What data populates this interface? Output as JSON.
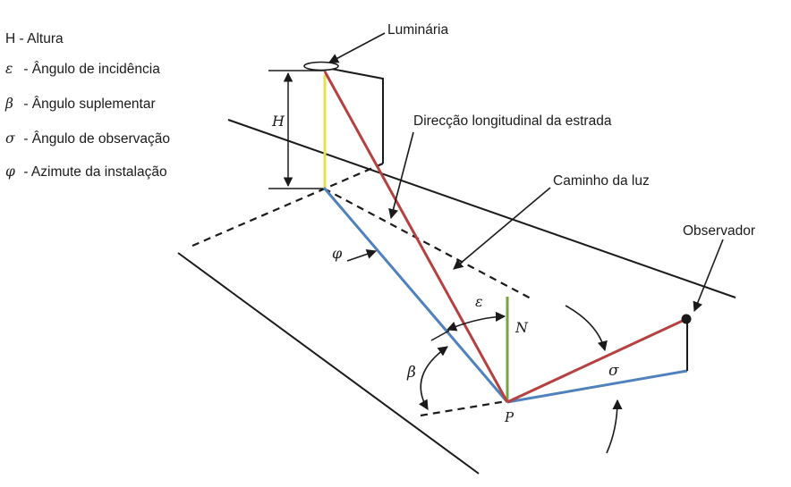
{
  "legend": {
    "height": {
      "symbol": "H",
      "text": "- Altura"
    },
    "incidence": {
      "symbol": "ε",
      "text": "- Ângulo de incidência"
    },
    "supplementary": {
      "symbol": "β",
      "text": "- Ângulo suplementar"
    },
    "observation": {
      "symbol": "σ",
      "text": "- Ângulo de observação"
    },
    "azimuth": {
      "symbol": "φ",
      "text": "- Azimute da instalação"
    }
  },
  "labels": {
    "luminaire": "Luminária",
    "road_direction": "Direcção longitudinal da estrada",
    "light_path": "Caminho da luz",
    "observer": "Observador",
    "height": "H",
    "epsilon": "ε",
    "beta": "β",
    "sigma": "σ",
    "phi": "φ",
    "normal": "N",
    "point": "P"
  },
  "colors": {
    "light_ray": "#b5403f",
    "ground_path": "#4f81bd",
    "pole": "#e8e04a",
    "normal": "#7aa33c",
    "line": "#1a1a1a"
  }
}
